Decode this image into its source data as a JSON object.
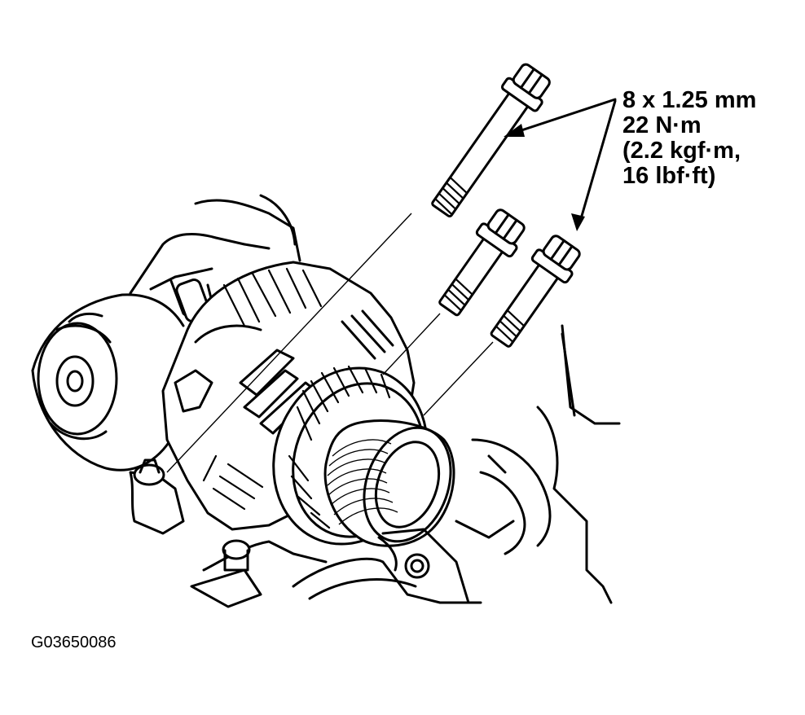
{
  "callout": {
    "size": "8 x 1.25 mm",
    "torque_nm": "22 N·m",
    "torque_kgf": "(2.2 kgf·m,",
    "torque_lbf": "16 lbf·ft)"
  },
  "figure_id": "G03650086"
}
